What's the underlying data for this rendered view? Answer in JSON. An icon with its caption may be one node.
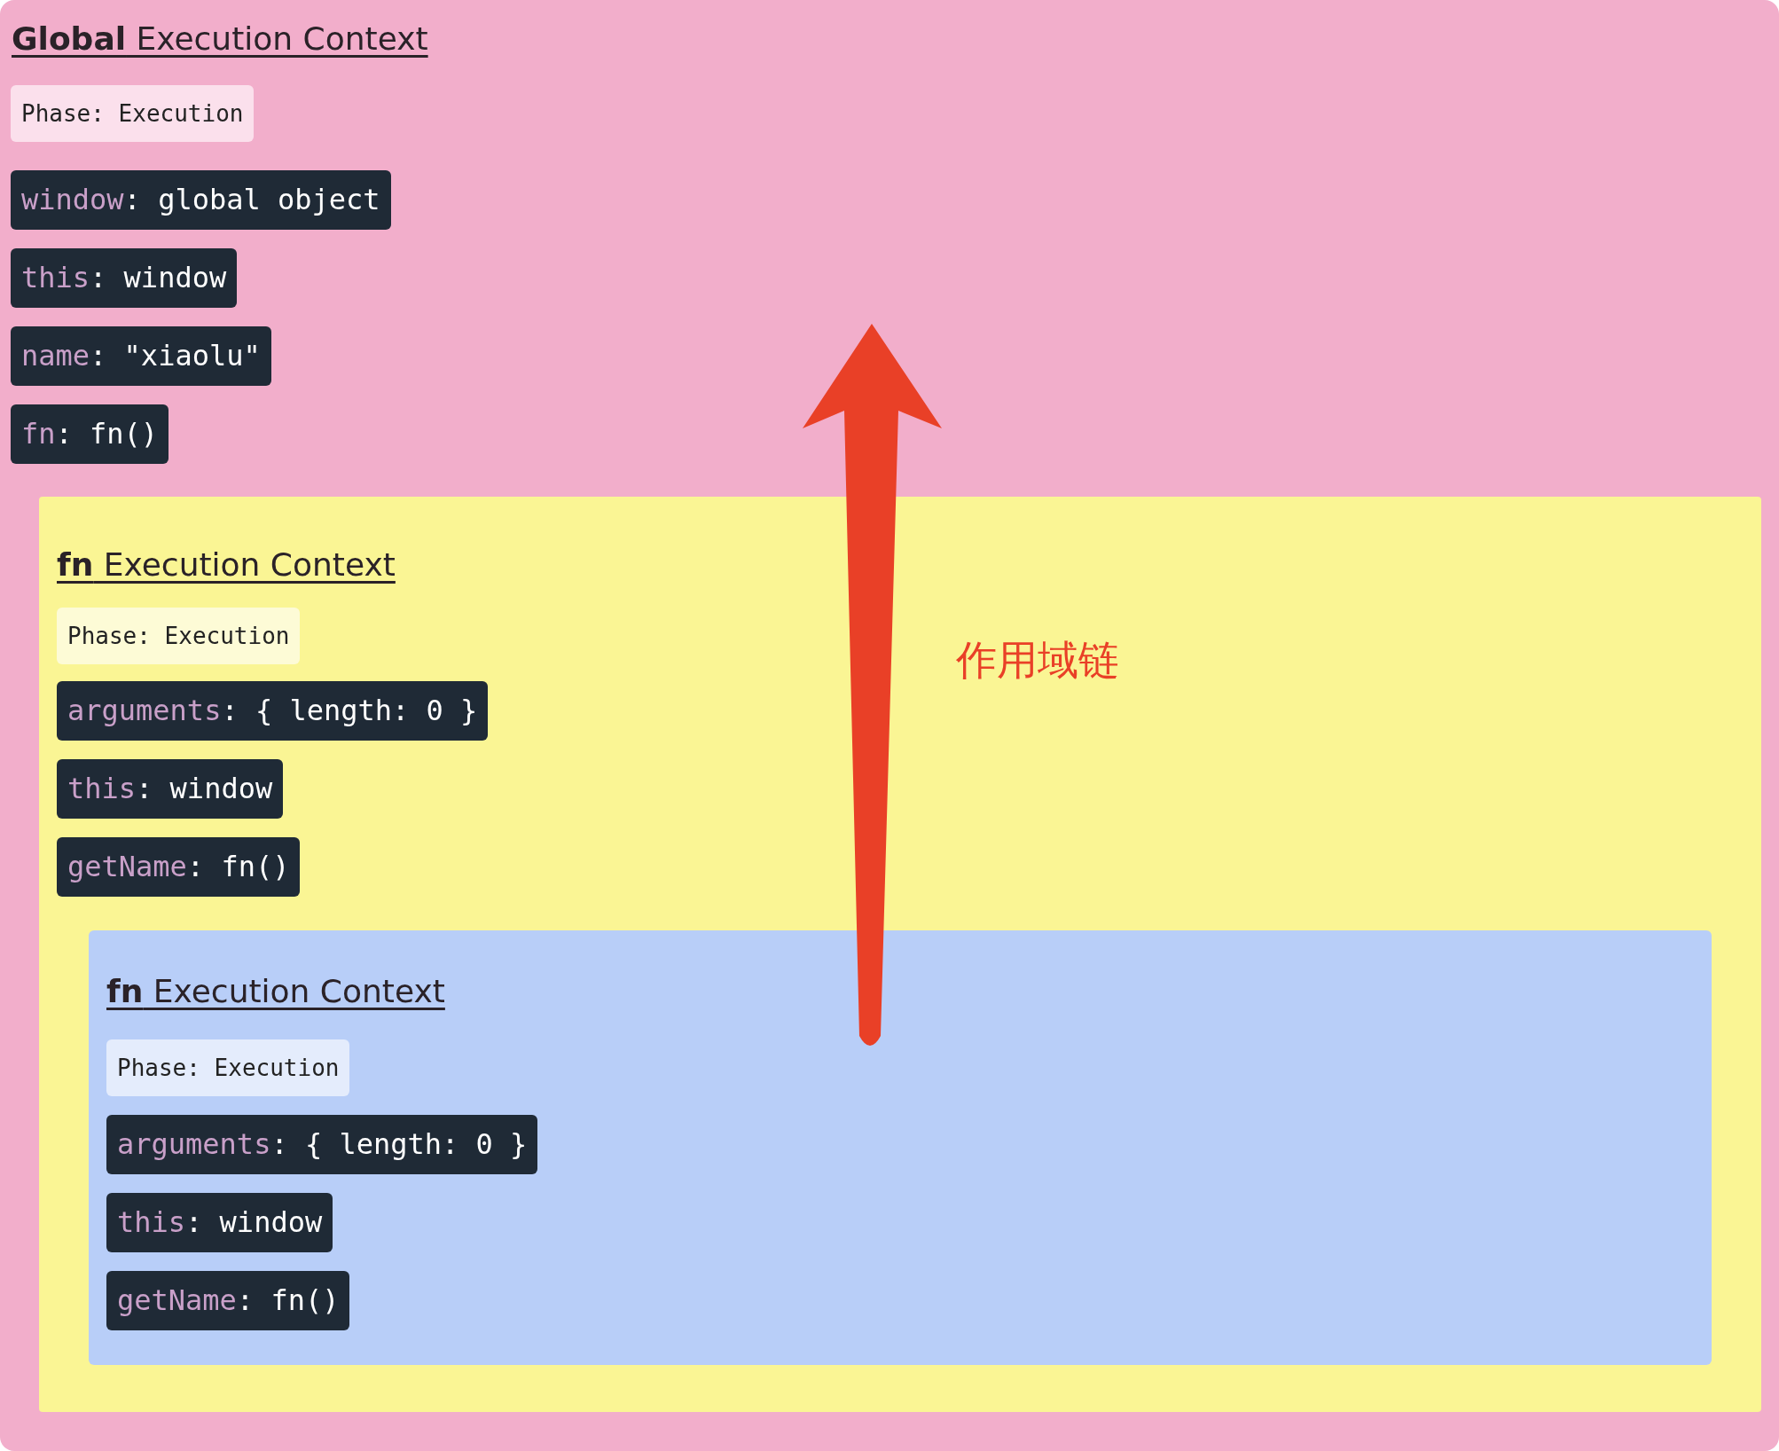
{
  "diagram": {
    "nodes": [
      {
        "text": [
          "**Global** Execution Context"
        ]
      },
      {
        "text": [
          "Phase: Execution"
        ],
        "in": 0
      },
      {
        "text": [
          "window: global object"
        ],
        "in": 0
      },
      {
        "text": [
          "this: window"
        ],
        "in": 0
      },
      {
        "text": [
          "name: \"xiaolu\""
        ],
        "in": 0
      },
      {
        "text": [
          "fn: fn()"
        ],
        "in": 0
      },
      {
        "text": [
          "**fn** Execution Context"
        ],
        "in": 0
      },
      {
        "text": [
          "Phase: Execution"
        ],
        "in": 6
      },
      {
        "text": [
          "arguments: { length: 0 }"
        ],
        "in": 6
      },
      {
        "text": [
          "this: window"
        ],
        "in": 6
      },
      {
        "text": [
          "getName: fn()"
        ],
        "in": 6
      },
      {
        "text": [
          "**fn** Execution Context"
        ],
        "in": 6
      },
      {
        "text": [
          "Phase: Execution"
        ],
        "in": 11
      },
      {
        "text": [
          "arguments: { length: 0 }"
        ],
        "in": 11
      },
      {
        "text": [
          "this: window"
        ],
        "in": 11
      },
      {
        "text": [
          "getName: fn()"
        ],
        "in": 11
      }
    ],
    "labels": [
      "作用域链"
    ]
  }
}
